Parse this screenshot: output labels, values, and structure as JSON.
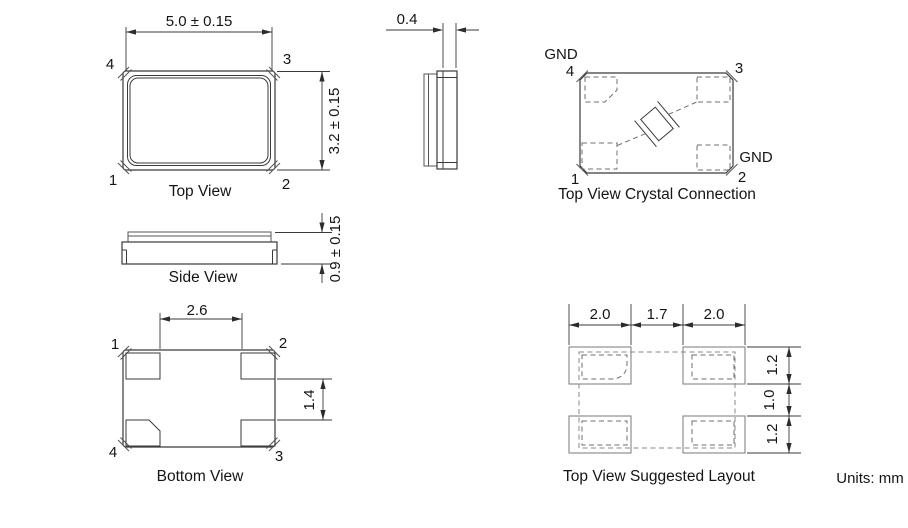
{
  "units_label": "Units: mm",
  "top_view": {
    "caption": "Top View",
    "dim_width": "5.0 ± 0.15",
    "dim_height": "3.2 ± 0.15",
    "pin1": "1",
    "pin2": "2",
    "pin3": "3",
    "pin4": "4"
  },
  "end_view": {
    "dim_thickness": "0.4"
  },
  "connection_view": {
    "caption": "Top View Crystal Connection",
    "gnd_top": "GND",
    "gnd_right": "GND",
    "pin1": "1",
    "pin2": "2",
    "pin3": "3",
    "pin4": "4"
  },
  "side_view": {
    "caption": "Side View",
    "dim_height": "0.9 ± 0.15"
  },
  "bottom_view": {
    "caption": "Bottom View",
    "dim_pad_span": "2.6",
    "dim_pad_gap": "1.4",
    "pin1": "1",
    "pin2": "2",
    "pin3": "3",
    "pin4": "4"
  },
  "layout_view": {
    "caption": "Top View Suggested Layout",
    "dim_pad_width_left": "2.0",
    "dim_center_gap": "1.7",
    "dim_pad_width_right": "2.0",
    "dim_pad_height_top": "1.2",
    "dim_row_gap": "1.0",
    "dim_pad_height_bottom": "1.2"
  }
}
